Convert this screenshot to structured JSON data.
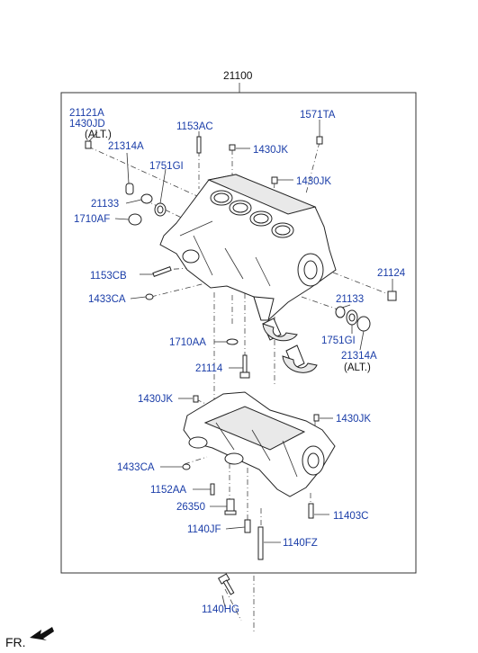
{
  "diagram": {
    "main_part": "21100",
    "front_label": "FR.",
    "alt_text": "(ALT.)",
    "labels": {
      "p21121a": "21121A",
      "p1430jd": "1430JD",
      "p21314a_top": "21314A",
      "p1153ac": "1153AC",
      "p1430jk_a": "1430JK",
      "p1571ta": "1571TA",
      "p1751gi_top": "1751GI",
      "p1430jk_b": "1430JK",
      "p21133_left": "21133",
      "p1710af": "1710AF",
      "p1153cb": "1153CB",
      "p21124": "21124",
      "p1433ca_top": "1433CA",
      "p21133_right": "21133",
      "p1751gi_right": "1751GI",
      "p1710aa": "1710AA",
      "p21314a_right": "21314A",
      "p21114": "21114",
      "p1430jk_c": "1430JK",
      "p1430jk_d": "1430JK",
      "p1433ca_bottom": "1433CA",
      "p1152aa": "1152AA",
      "p26350": "26350",
      "p11403c": "11403C",
      "p1140jf": "1140JF",
      "p1140fz": "1140FZ",
      "p1140hg": "1140HG"
    }
  }
}
